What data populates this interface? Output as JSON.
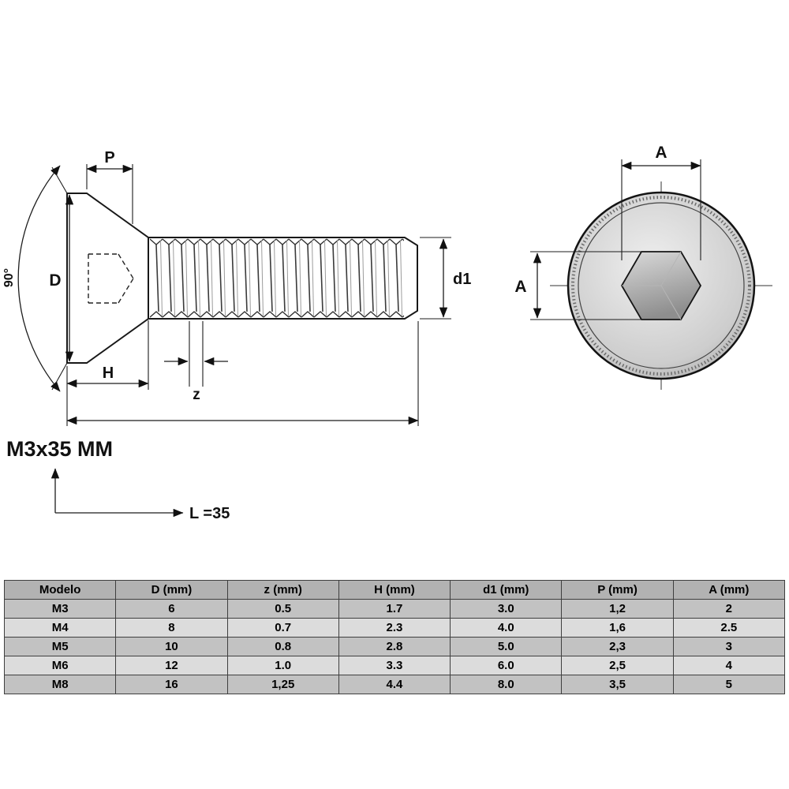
{
  "drawing": {
    "part_label": "M3x35 MM",
    "length_label": "L =35",
    "dim_P": "P",
    "dim_D": "D",
    "dim_H": "H",
    "dim_z": "z",
    "dim_d1": "d1",
    "dim_angle": "90°",
    "dim_A_top": "A",
    "dim_A_side": "A"
  },
  "table": {
    "headers": [
      "Modelo",
      "D (mm)",
      "z (mm)",
      "H (mm)",
      "d1 (mm)",
      "P (mm)",
      "A (mm)"
    ],
    "rows": [
      [
        "M3",
        "6",
        "0.5",
        "1.7",
        "3.0",
        "1,2",
        "2"
      ],
      [
        "M4",
        "8",
        "0.7",
        "2.3",
        "4.0",
        "1,6",
        "2.5"
      ],
      [
        "M5",
        "10",
        "0.8",
        "2.8",
        "5.0",
        "2,3",
        "3"
      ],
      [
        "M6",
        "12",
        "1.0",
        "3.3",
        "6.0",
        "2,5",
        "4"
      ],
      [
        "M8",
        "16",
        "1,25",
        "4.4",
        "8.0",
        "3,5",
        "5"
      ]
    ]
  }
}
